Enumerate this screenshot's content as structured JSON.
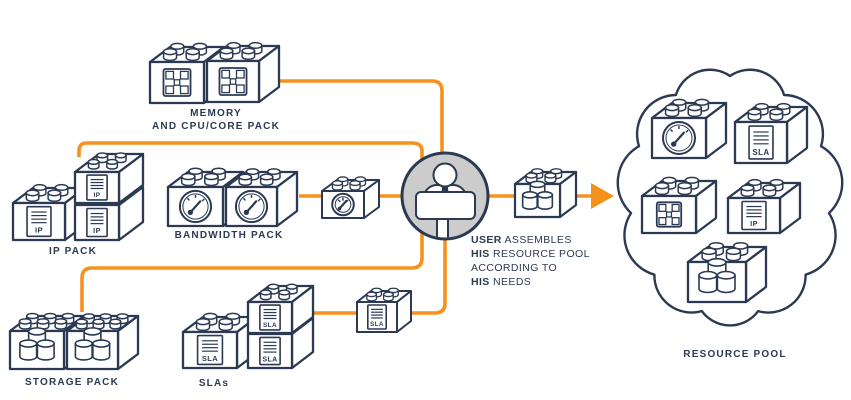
{
  "diagram_labels": {
    "memory_line1": "MEMORY",
    "memory_line2": "AND CPU/CORE PACK",
    "ip_pack": "IP PACK",
    "bandwidth_pack": "BANDWIDTH PACK",
    "storage_pack": "STORAGE PACK",
    "sla_pack": "SLAs",
    "resource_pool": "RESOURCE POOL"
  },
  "user_caption": {
    "line1_bold": "USER",
    "line1_rest": " ASSEMBLES",
    "line2_bold": "HIS",
    "line2_rest": " RESOURCE POOL",
    "line3": "ACCORDING TO",
    "line4_bold": "HIS",
    "line4_rest": " NEEDS"
  },
  "brick_labels": {
    "ip": "IP",
    "sla": "SLA"
  },
  "colors": {
    "navy": "#2b3a52",
    "orange": "#f5921e",
    "user_circle_fill": "#cccccc",
    "brick_fill": "#ffffff"
  }
}
